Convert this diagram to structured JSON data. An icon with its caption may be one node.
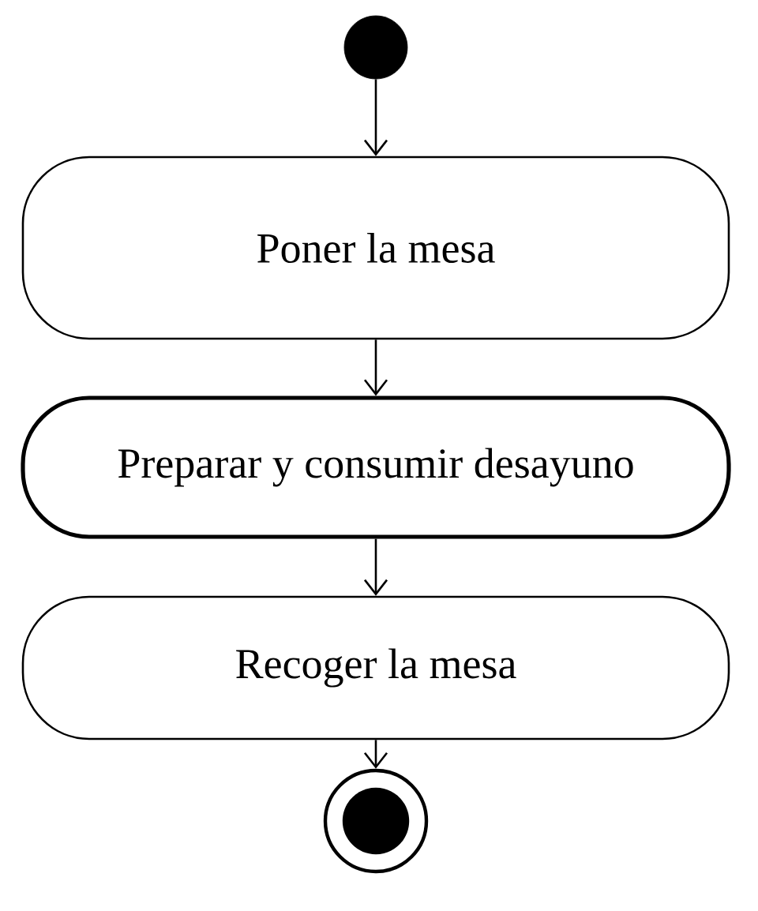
{
  "diagram": {
    "nodes": [
      {
        "text": [],
        "shape": "circle"
      },
      {
        "text": [
          "Poner la mesa"
        ]
      },
      {
        "text": [
          "Preparar y consumir desayuno"
        ]
      },
      {
        "text": [
          "Recoger la mesa"
        ]
      },
      {
        "text": [],
        "shape": "bullseye"
      }
    ],
    "edges": [
      {
        "from": 0,
        "to": 1,
        "arrow": "to"
      },
      {
        "from": 1,
        "to": 2,
        "arrow": "to"
      },
      {
        "from": 2,
        "to": 3,
        "arrow": "to"
      },
      {
        "from": 3,
        "to": 4,
        "arrow": "to"
      }
    ]
  }
}
